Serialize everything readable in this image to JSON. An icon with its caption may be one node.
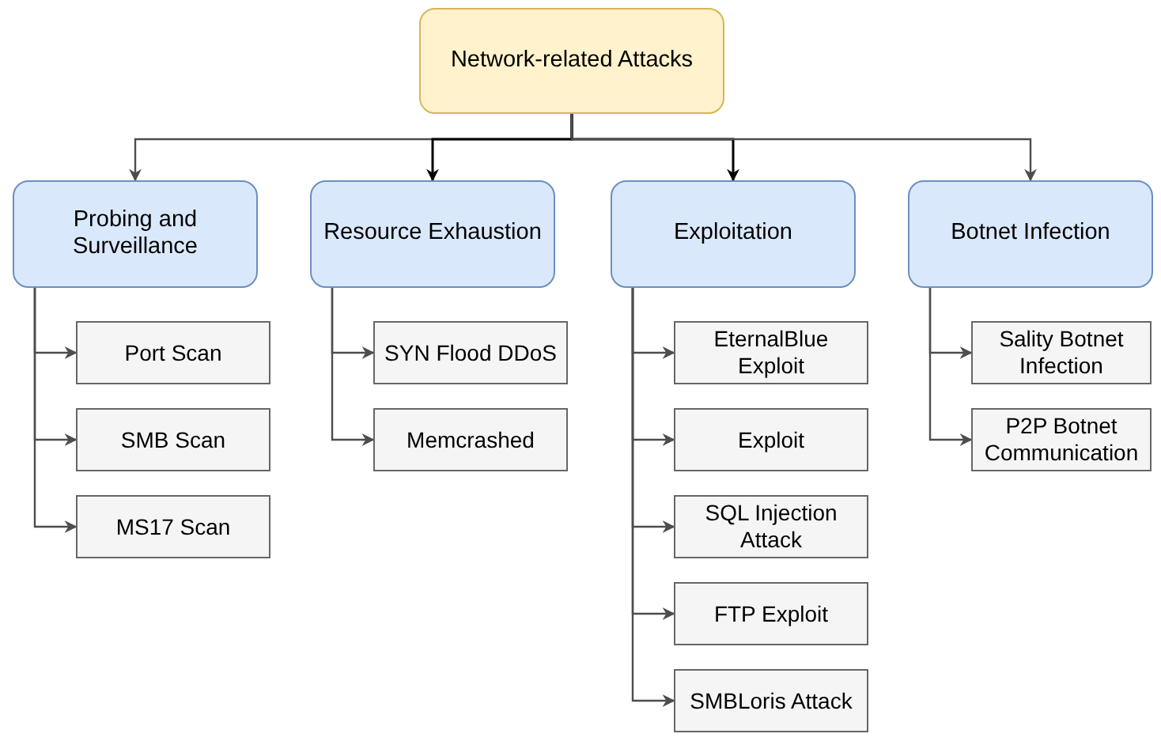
{
  "diagram": {
    "nodes": [
      {
        "text": [
          "Network-related Attacks"
        ]
      },
      {
        "text": [
          "Probing and Surveillance"
        ]
      },
      {
        "text": [
          "Resource Exhaustion"
        ]
      },
      {
        "text": [
          "Exploitation"
        ]
      },
      {
        "text": [
          "Botnet Infection"
        ]
      },
      {
        "text": [
          "Port Scan"
        ]
      },
      {
        "text": [
          "SMB Scan"
        ]
      },
      {
        "text": [
          "MS17 Scan"
        ]
      },
      {
        "text": [
          "SYN Flood DDoS"
        ]
      },
      {
        "text": [
          "Memcrashed"
        ]
      },
      {
        "text": [
          "EternalBlue Exploit"
        ]
      },
      {
        "text": [
          "Exploit"
        ]
      },
      {
        "text": [
          "SQL Injection Attack"
        ]
      },
      {
        "text": [
          "FTP Exploit"
        ]
      },
      {
        "text": [
          "SMBLoris Attack"
        ]
      },
      {
        "text": [
          "Sality Botnet Infection"
        ]
      },
      {
        "text": [
          "P2P Botnet Communication"
        ]
      }
    ],
    "edges": [
      {
        "from": 0,
        "to": 1,
        "arrow": "to"
      },
      {
        "from": 0,
        "to": 2,
        "arrow": "to",
        "color": "#000000"
      },
      {
        "from": 0,
        "to": 3,
        "arrow": "to",
        "color": "#000000"
      },
      {
        "from": 0,
        "to": 4,
        "arrow": "to"
      },
      {
        "from": 1,
        "to": 5,
        "arrow": "to"
      },
      {
        "from": 1,
        "to": 6,
        "arrow": "to"
      },
      {
        "from": 1,
        "to": 7,
        "arrow": "to"
      },
      {
        "from": 2,
        "to": 8,
        "arrow": "to"
      },
      {
        "from": 2,
        "to": 9,
        "arrow": "to"
      },
      {
        "from": 3,
        "to": 10,
        "arrow": "to"
      },
      {
        "from": 3,
        "to": 11,
        "arrow": "to"
      },
      {
        "from": 3,
        "to": 12,
        "arrow": "to"
      },
      {
        "from": 3,
        "to": 13,
        "arrow": "to"
      },
      {
        "from": 3,
        "to": 14,
        "arrow": "to"
      },
      {
        "from": 4,
        "to": 15,
        "arrow": "to"
      },
      {
        "from": 4,
        "to": 16,
        "arrow": "to"
      }
    ]
  }
}
